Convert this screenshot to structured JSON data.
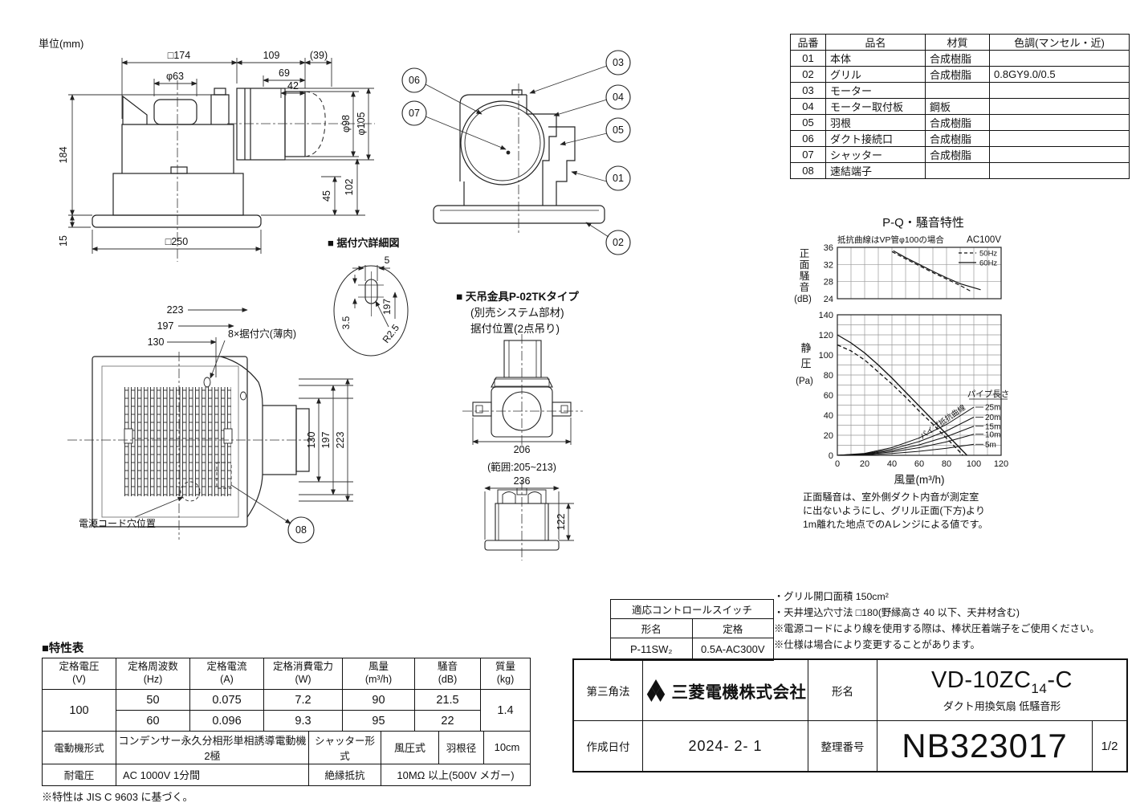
{
  "unit_label": "単位(mm)",
  "drawings": {
    "side_view": {
      "d174": "□174",
      "d63": "φ63",
      "d109": "109",
      "d39": "(39)",
      "d69": "69",
      "d42": "42",
      "d184": "184",
      "d15": "15",
      "d250": "□250",
      "d98": "φ98",
      "d105": "φ105",
      "d45": "45",
      "d102": "102"
    },
    "section_view": {
      "callouts": [
        "06",
        "07",
        "03",
        "04",
        "05",
        "01",
        "02"
      ]
    },
    "hole_detail": {
      "title": "■ 据付穴詳細図",
      "d5": "5",
      "d35": "3.5",
      "d197": "197",
      "r": "R2.5"
    },
    "front_view": {
      "d223": "223",
      "d197": "197",
      "d130": "130",
      "holes_label": "8×据付穴(薄肉)",
      "v130": "130",
      "v197": "197",
      "v223": "223",
      "cord_label": "電源コード穴位置",
      "callout": "08"
    },
    "bracket_view": {
      "title1": "■ 天吊金具P-02TKタイプ",
      "title2": "(別売システム部材)",
      "title3": "据付位置(2点吊り)",
      "d206": "206",
      "range": "(範囲:205~213)",
      "d236": "236",
      "d122": "122"
    }
  },
  "parts_table": {
    "headers": [
      "品番",
      "品名",
      "材質",
      "色調(マンセル・近)"
    ],
    "rows": [
      [
        "01",
        "本体",
        "合成樹脂",
        ""
      ],
      [
        "02",
        "グリル",
        "合成樹脂",
        "0.8GY9.0/0.5"
      ],
      [
        "03",
        "モーター",
        "",
        ""
      ],
      [
        "04",
        "モーター取付板",
        "鋼板",
        ""
      ],
      [
        "05",
        "羽根",
        "合成樹脂",
        ""
      ],
      [
        "06",
        "ダクト接続口",
        "合成樹脂",
        ""
      ],
      [
        "07",
        "シャッター",
        "合成樹脂",
        ""
      ],
      [
        "08",
        "速結端子",
        "",
        ""
      ]
    ]
  },
  "chart_data": [
    {
      "type": "line",
      "title": "P-Q・騒音特性",
      "subtitle": "抵抗曲線はVP管φ100の場合",
      "corner_label": "AC100V",
      "ylabel": "正面騒音",
      "ylabel_unit": "(dB)",
      "ylim": [
        24,
        36
      ],
      "yticks": [
        24,
        28,
        32,
        36
      ],
      "xlim": [
        0,
        120
      ],
      "grid": true,
      "legend_position": "top-right",
      "legend": [
        {
          "name": "50Hz",
          "style": "dashed"
        },
        {
          "name": "60Hz",
          "style": "solid"
        }
      ],
      "series": [
        {
          "name": "50Hz",
          "style": "dashed",
          "points": [
            [
              40,
              35.0
            ],
            [
              50,
              33.3
            ],
            [
              60,
              31.7
            ],
            [
              70,
              30.1
            ],
            [
              80,
              28.6
            ],
            [
              90,
              27.1
            ],
            [
              98,
              25.7
            ]
          ]
        },
        {
          "name": "60Hz",
          "style": "solid",
          "points": [
            [
              41,
              35.2
            ],
            [
              50,
              33.6
            ],
            [
              60,
              32.0
            ],
            [
              70,
              30.4
            ],
            [
              80,
              28.9
            ],
            [
              90,
              27.5
            ],
            [
              105,
              26.1
            ]
          ]
        }
      ]
    },
    {
      "type": "line",
      "xlabel": "風量(m³/h)",
      "ylabel": "静圧",
      "ylabel_unit": "(Pa)",
      "xlim": [
        0,
        120
      ],
      "ylim": [
        0,
        140
      ],
      "xticks": [
        0,
        20,
        40,
        60,
        80,
        100,
        120
      ],
      "yticks": [
        0,
        20,
        40,
        60,
        80,
        100,
        120,
        140
      ],
      "grid": true,
      "pipe_header": "パイプ長さ",
      "pipe_curve_label": "パイプ抵抗曲線",
      "series": [
        {
          "name": "60Hz",
          "style": "solid",
          "kind": "fan",
          "points": [
            [
              0,
              120
            ],
            [
              10,
              112
            ],
            [
              20,
              102
            ],
            [
              30,
              90
            ],
            [
              40,
              77
            ],
            [
              50,
              63
            ],
            [
              60,
              49
            ],
            [
              70,
              35
            ],
            [
              80,
              21
            ],
            [
              90,
              7
            ],
            [
              95,
              0
            ]
          ]
        },
        {
          "name": "50Hz",
          "style": "dashed",
          "kind": "fan",
          "points": [
            [
              0,
              110
            ],
            [
              10,
              104
            ],
            [
              20,
              95
            ],
            [
              30,
              83
            ],
            [
              40,
              71
            ],
            [
              50,
              58
            ],
            [
              60,
              44
            ],
            [
              70,
              31
            ],
            [
              80,
              17
            ],
            [
              90,
              3
            ],
            [
              92,
              0
            ]
          ]
        },
        {
          "name": "25m",
          "style": "solid",
          "kind": "pipe",
          "points": [
            [
              0,
              0
            ],
            [
              20,
              1.9
            ],
            [
              40,
              7.7
            ],
            [
              60,
              17.3
            ],
            [
              80,
              30.7
            ],
            [
              100,
              48
            ]
          ]
        },
        {
          "name": "20m",
          "style": "solid",
          "kind": "pipe",
          "points": [
            [
              0,
              0
            ],
            [
              20,
              1.5
            ],
            [
              40,
              6.1
            ],
            [
              60,
              13.7
            ],
            [
              80,
              24.3
            ],
            [
              100,
              38
            ]
          ]
        },
        {
          "name": "15m",
          "style": "solid",
          "kind": "pipe",
          "points": [
            [
              0,
              0
            ],
            [
              20,
              1.2
            ],
            [
              40,
              4.6
            ],
            [
              60,
              10.4
            ],
            [
              80,
              18.6
            ],
            [
              100,
              29
            ]
          ]
        },
        {
          "name": "10m",
          "style": "solid",
          "kind": "pipe",
          "points": [
            [
              0,
              0
            ],
            [
              20,
              0.8
            ],
            [
              40,
              3.4
            ],
            [
              60,
              7.6
            ],
            [
              80,
              13.4
            ],
            [
              100,
              21
            ]
          ]
        },
        {
          "name": "5m",
          "style": "solid",
          "kind": "pipe",
          "points": [
            [
              0,
              0
            ],
            [
              20,
              0.4
            ],
            [
              40,
              1.8
            ],
            [
              60,
              4.0
            ],
            [
              80,
              7.0
            ],
            [
              100,
              11
            ]
          ]
        }
      ]
    }
  ],
  "chart_note": [
    "正面騒音は、室外側ダクト内音が測定室",
    "に出ないようにし、グリル正面(下方)より",
    "1m離れた地点でのAレンジによる値です。"
  ],
  "switch_table": {
    "title": "適応コントロールスイッチ",
    "model_label": "形名",
    "rating_label": "定格",
    "model": "P-11SW₂",
    "rating": "0.5A-AC300V"
  },
  "install_notes": [
    "・グリル開口面積 150cm²",
    "・天井埋込穴寸法 □180(野縁高さ 40 以下、天井材含む)",
    "※電源コードにより線を使用する際は、棒状圧着端子をご使用ください。",
    "※仕様は場合により変更することがあります。"
  ],
  "spec_table": {
    "title": "■特性表",
    "headers": [
      [
        "定格電圧",
        "(V)"
      ],
      [
        "定格周波数",
        "(Hz)"
      ],
      [
        "定格電流",
        "(A)"
      ],
      [
        "定格消費電力",
        "(W)"
      ],
      [
        "風量",
        "(m³/h)"
      ],
      [
        "騒音",
        "(dB)"
      ],
      [
        "質量",
        "(kg)"
      ]
    ],
    "voltage": "100",
    "rows": [
      [
        "50",
        "0.075",
        "7.2",
        "90",
        "21.5"
      ],
      [
        "60",
        "0.096",
        "9.3",
        "95",
        "22"
      ]
    ],
    "mass": "1.4",
    "motor_label": "電動機形式",
    "motor_value": "コンデンサー永久分相形単相誘導電動機 2極",
    "shutter_label": "シャッター形式",
    "shutter_value": "風圧式",
    "blade_label": "羽根径",
    "blade_value": "10cm",
    "withstand_label": "耐電圧",
    "withstand_value": "AC 1000V 1分間",
    "insulation_label": "絶縁抵抗",
    "insulation_value": "10MΩ 以上(500V メガー)",
    "footnote": "※特性は JIS C 9603 に基づく。"
  },
  "title_block": {
    "projection": "第三角法",
    "company": "三菱電機株式会社",
    "model_label": "形名",
    "model_main": "VD-10ZC",
    "model_sub": "14",
    "model_suffix": "-C",
    "model_desc": "ダクト用換気扇 低騒音形",
    "date_label": "作成日付",
    "date": "2024- 2- 1",
    "number_label": "整理番号",
    "number": "NB323017",
    "page": "1/2"
  }
}
